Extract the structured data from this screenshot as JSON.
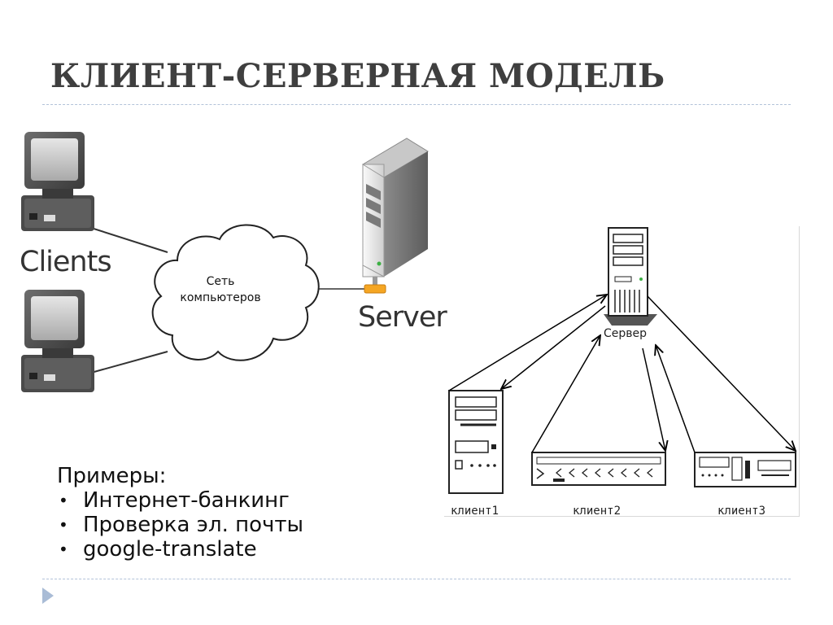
{
  "title": "КЛИЕНТ-СЕРВЕРНАЯ МОДЕЛЬ",
  "left_diagram": {
    "clients_label": "Clients",
    "server_label": "Server",
    "network_line1": "Сеть",
    "network_line2": "компьютеров"
  },
  "right_diagram": {
    "server_label": "Сервер",
    "client1_label": "клиент1",
    "client2_label": "клиент2",
    "client3_label": "клиент3"
  },
  "examples": {
    "heading": "Примеры:",
    "items": [
      "Интернет-банкинг",
      "Проверка эл. почты",
      "google-translate"
    ]
  },
  "colors": {
    "title": "#3f3f3f",
    "rule": "#b3c3d9",
    "nav_arrow": "#a9bcd6",
    "connector": "#f5a623"
  },
  "icons": [
    "desktop-computer-icon",
    "network-cloud-icon",
    "server-tower-icon",
    "navigation-arrow-icon"
  ]
}
